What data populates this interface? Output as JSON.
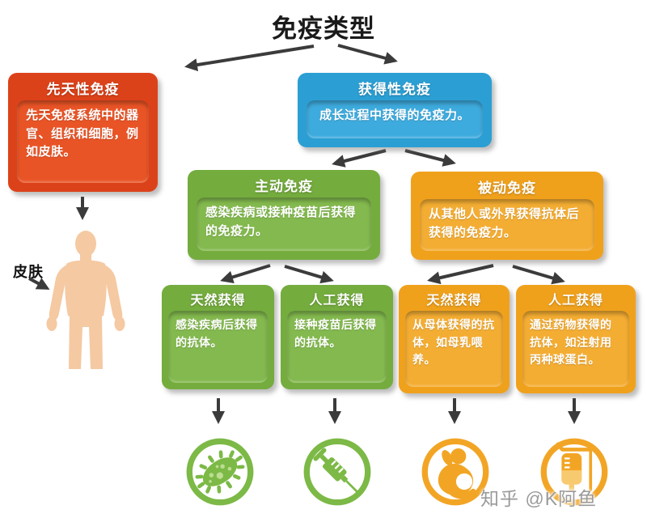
{
  "title": "免疫类型",
  "watermark": "知乎 @K阿鱼",
  "labels": {
    "skin": "皮肤"
  },
  "colors": {
    "red": "#DC421A",
    "red_light": "#E95426",
    "blue": "#2B9FD3",
    "blue_light": "#3EABDE",
    "green": "#74AC3E",
    "green_light": "#83B94E",
    "orange": "#F0A11C",
    "orange_light": "#F4AD33",
    "icon_green": "#7CB946",
    "icon_green_dot": "#BCDD92",
    "icon_orange": "#F2A525",
    "icon_orange_light": "#F8CA70",
    "skin": "#F5C9A2",
    "arrow": "#3B3B3B",
    "watermark_gray": "#9A9A9A",
    "title_color": "#1A1A1A"
  },
  "nodes": {
    "innate": {
      "title": "先天性免疫",
      "body": "先天免疫系统中的器官、组织和细胞，例如皮肤。"
    },
    "acquired": {
      "title": "获得性免疫",
      "body": "成长过程中获得的免疫力。"
    },
    "active": {
      "title": "主动免疫",
      "body": "感染疾病或接种疫苗后获得的免疫力。"
    },
    "passive": {
      "title": "被动免疫",
      "body": "从其他人或外界获得抗体后获得的免疫力。"
    },
    "active_natural": {
      "title": "天然获得",
      "body": "感染疾病后获得的抗体。"
    },
    "active_artificial": {
      "title": "人工获得",
      "body": "接种疫苗后获得的抗体。"
    },
    "passive_natural": {
      "title": "天然获得",
      "body": "从母体获得的抗体，如母乳喂养。"
    },
    "passive_artificial": {
      "title": "人工获得",
      "body": "通过药物获得的抗体，如注射用丙种球蛋白。"
    }
  },
  "icons": {
    "active_natural": "bacteria-icon",
    "active_artificial": "syringe-icon",
    "passive_natural": "breastfeeding-icon",
    "passive_artificial": "iv-drip-icon",
    "innate_figure": "human-body-icon"
  }
}
